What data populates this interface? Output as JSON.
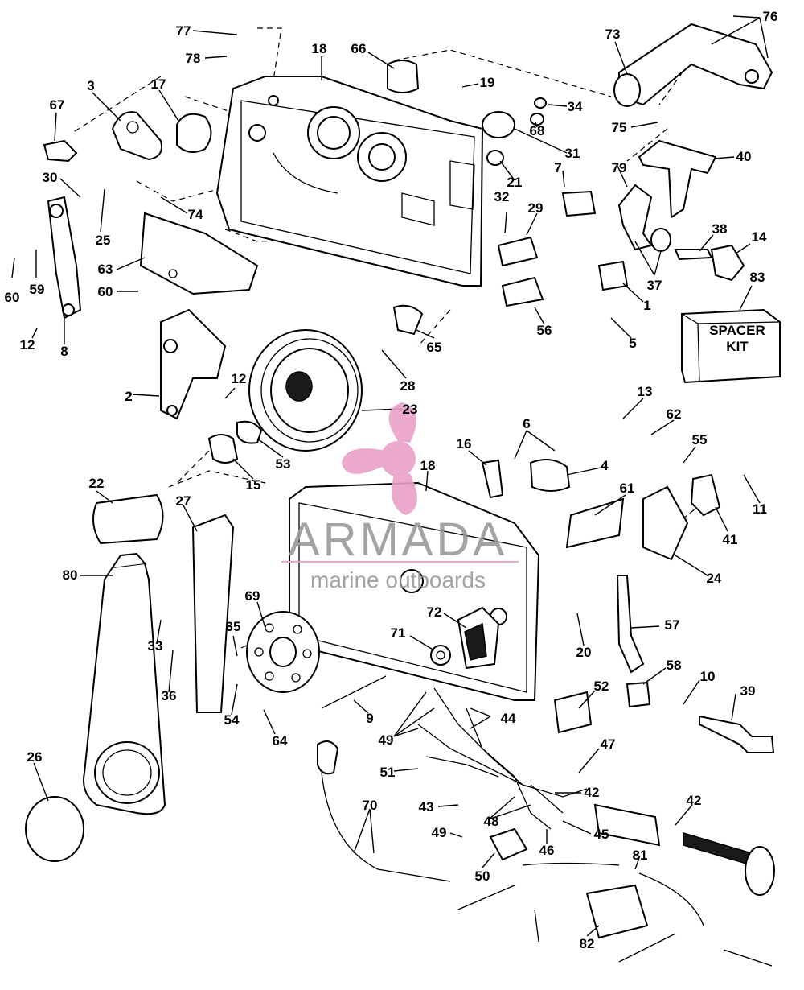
{
  "diagram": {
    "labels": [
      {
        "id": "77",
        "text": "77"
      },
      {
        "id": "78",
        "text": "78"
      },
      {
        "id": "18a",
        "text": "18"
      },
      {
        "id": "66",
        "text": "66"
      },
      {
        "id": "19",
        "text": "19"
      },
      {
        "id": "73",
        "text": "73"
      },
      {
        "id": "76",
        "text": "76"
      },
      {
        "id": "34",
        "text": "34"
      },
      {
        "id": "68",
        "text": "68"
      },
      {
        "id": "75",
        "text": "75"
      },
      {
        "id": "31",
        "text": "31"
      },
      {
        "id": "40",
        "text": "40"
      },
      {
        "id": "21",
        "text": "21"
      },
      {
        "id": "7",
        "text": "7"
      },
      {
        "id": "79",
        "text": "79"
      },
      {
        "id": "67",
        "text": "67"
      },
      {
        "id": "3",
        "text": "3"
      },
      {
        "id": "17",
        "text": "17"
      },
      {
        "id": "30",
        "text": "30"
      },
      {
        "id": "25",
        "text": "25"
      },
      {
        "id": "74",
        "text": "74"
      },
      {
        "id": "32",
        "text": "32"
      },
      {
        "id": "29",
        "text": "29"
      },
      {
        "id": "38",
        "text": "38"
      },
      {
        "id": "14",
        "text": "14"
      },
      {
        "id": "60a",
        "text": "60"
      },
      {
        "id": "59",
        "text": "59"
      },
      {
        "id": "63",
        "text": "63"
      },
      {
        "id": "60b",
        "text": "60"
      },
      {
        "id": "37",
        "text": "37"
      },
      {
        "id": "83",
        "text": "83"
      },
      {
        "id": "1",
        "text": "1"
      },
      {
        "id": "56",
        "text": "56"
      },
      {
        "id": "5",
        "text": "5"
      },
      {
        "id": "8",
        "text": "8"
      },
      {
        "id": "12a",
        "text": "12"
      },
      {
        "id": "65",
        "text": "65"
      },
      {
        "id": "28",
        "text": "28"
      },
      {
        "id": "13",
        "text": "13"
      },
      {
        "id": "2",
        "text": "2"
      },
      {
        "id": "12b",
        "text": "12"
      },
      {
        "id": "23",
        "text": "23"
      },
      {
        "id": "62",
        "text": "62"
      },
      {
        "id": "6",
        "text": "6"
      },
      {
        "id": "16",
        "text": "16"
      },
      {
        "id": "55",
        "text": "55"
      },
      {
        "id": "4",
        "text": "4"
      },
      {
        "id": "53",
        "text": "53"
      },
      {
        "id": "15",
        "text": "15"
      },
      {
        "id": "18b",
        "text": "18"
      },
      {
        "id": "22",
        "text": "22"
      },
      {
        "id": "27",
        "text": "27"
      },
      {
        "id": "11",
        "text": "11"
      },
      {
        "id": "61",
        "text": "61"
      },
      {
        "id": "41",
        "text": "41"
      },
      {
        "id": "80",
        "text": "80"
      },
      {
        "id": "24",
        "text": "24"
      },
      {
        "id": "69",
        "text": "69"
      },
      {
        "id": "33",
        "text": "33"
      },
      {
        "id": "35",
        "text": "35"
      },
      {
        "id": "72",
        "text": "72"
      },
      {
        "id": "71",
        "text": "71"
      },
      {
        "id": "57",
        "text": "57"
      },
      {
        "id": "20",
        "text": "20"
      },
      {
        "id": "36",
        "text": "36"
      },
      {
        "id": "58",
        "text": "58"
      },
      {
        "id": "10",
        "text": "10"
      },
      {
        "id": "52",
        "text": "52"
      },
      {
        "id": "39",
        "text": "39"
      },
      {
        "id": "54",
        "text": "54"
      },
      {
        "id": "9",
        "text": "9"
      },
      {
        "id": "44",
        "text": "44"
      },
      {
        "id": "64",
        "text": "64"
      },
      {
        "id": "49a",
        "text": "49"
      },
      {
        "id": "47",
        "text": "47"
      },
      {
        "id": "51",
        "text": "51"
      },
      {
        "id": "26",
        "text": "26"
      },
      {
        "id": "70",
        "text": "70"
      },
      {
        "id": "42a",
        "text": "42"
      },
      {
        "id": "42b",
        "text": "42"
      },
      {
        "id": "43",
        "text": "43"
      },
      {
        "id": "48",
        "text": "48"
      },
      {
        "id": "45",
        "text": "45"
      },
      {
        "id": "49b",
        "text": "49"
      },
      {
        "id": "46",
        "text": "46"
      },
      {
        "id": "81",
        "text": "81"
      },
      {
        "id": "50",
        "text": "50"
      },
      {
        "id": "82",
        "text": "82"
      }
    ],
    "spacer_kit": {
      "line1": "SPACER",
      "line2": "KIT"
    }
  },
  "watermark": {
    "brand": "ARMADA",
    "tagline": "marine outboards",
    "color": "#e8a0c8",
    "text_color": "#9a9a9a"
  }
}
